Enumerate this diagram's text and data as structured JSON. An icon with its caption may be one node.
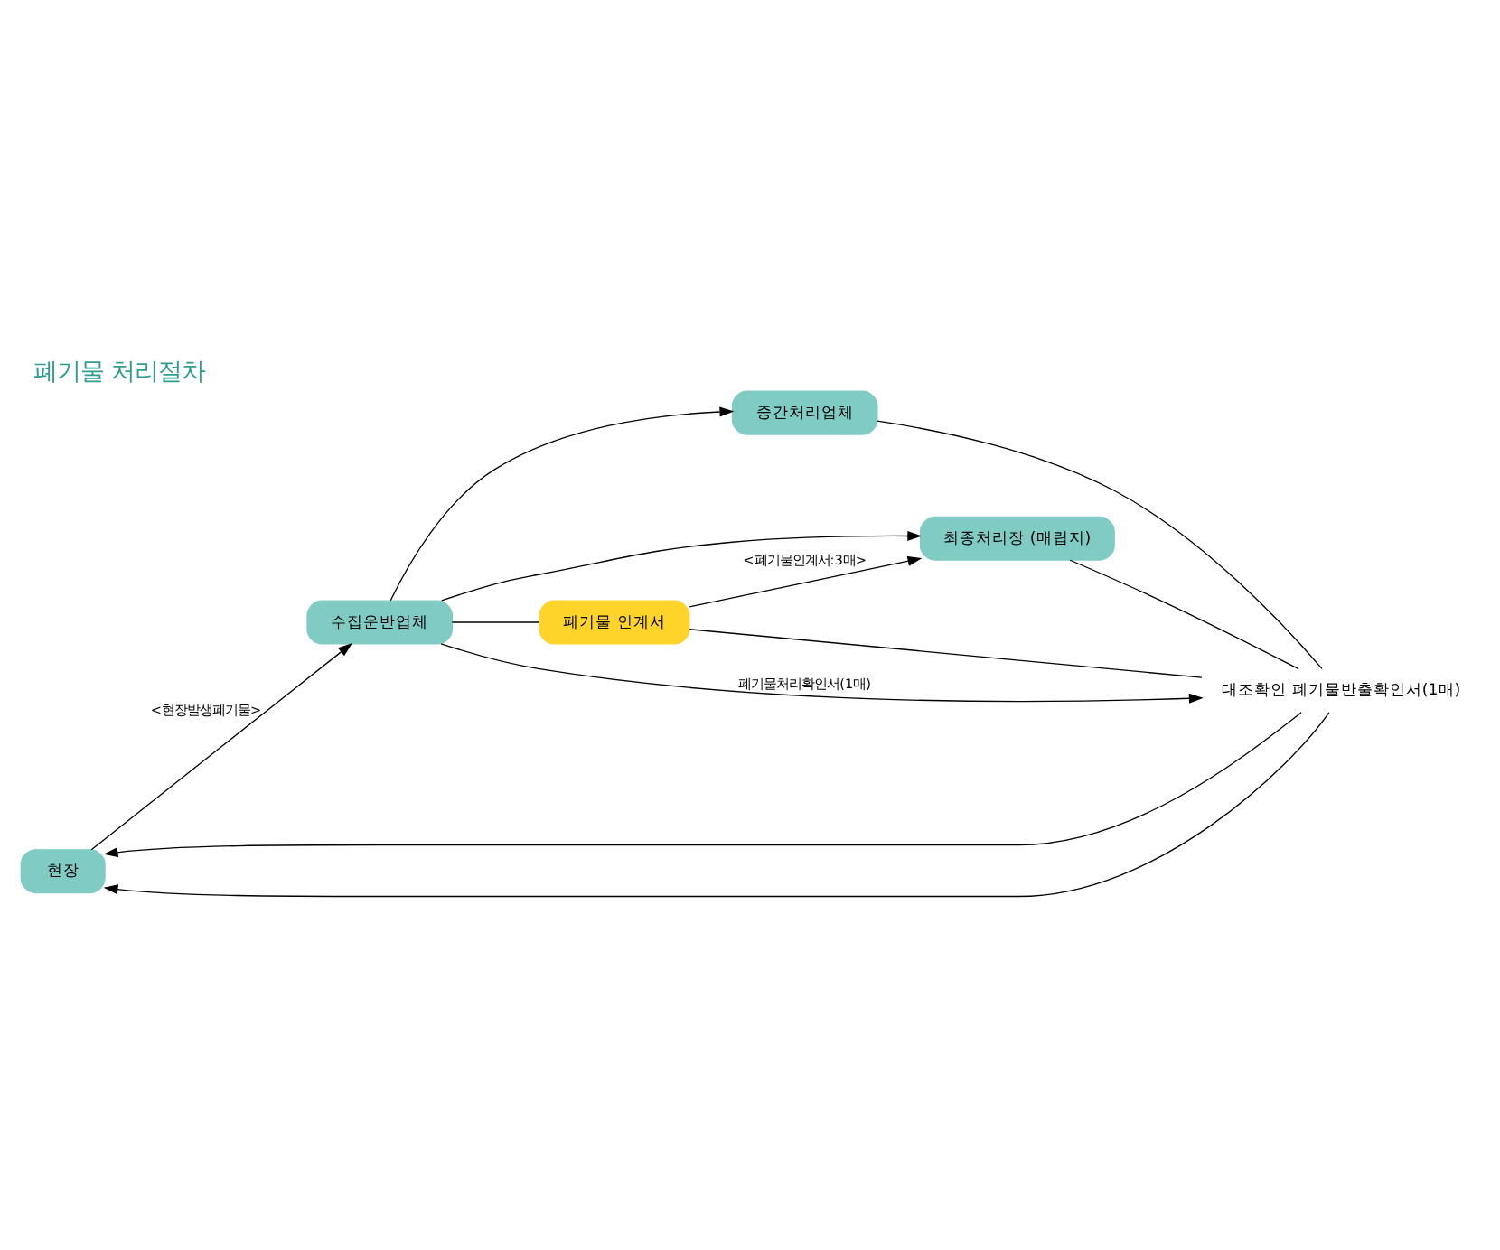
{
  "diagram": {
    "title": "폐기물 처리절차",
    "nodes": [
      {
        "text": [
          "현장"
        ]
      },
      {
        "text": [
          "수집운반업체"
        ]
      },
      {
        "text": [
          "중간처리업체"
        ]
      },
      {
        "text": [
          "최종처리장 (매립지)"
        ]
      },
      {
        "text": [
          "폐기물 인계서"
        ]
      },
      {
        "text": [
          "대조확인 폐기물반출확인서(1매)"
        ]
      }
    ],
    "edges": [
      {
        "from": 0,
        "to": 1,
        "arrow": "to",
        "label": "<현장발생폐기물>"
      },
      {
        "from": 1,
        "to": 2,
        "arrow": "to"
      },
      {
        "from": 1,
        "to": 3,
        "arrow": "to"
      },
      {
        "from": 1,
        "to": 5,
        "arrow": "to",
        "label": "폐기물처리확인서(1매)"
      },
      {
        "from": 2,
        "to": 5,
        "arrow": "none"
      },
      {
        "from": 3,
        "to": 5,
        "arrow": "none"
      },
      {
        "from": 5,
        "to": 0,
        "arrow": "to"
      },
      {
        "from": 1,
        "to": 4,
        "arrow": "none"
      },
      {
        "from": 4,
        "to": 5,
        "arrow": "none"
      },
      {
        "from": 5,
        "to": 0,
        "arrow": "to"
      },
      {
        "from": 4,
        "to": 3,
        "arrow": "to",
        "label": "<폐기물인계서:3매>"
      }
    ]
  }
}
